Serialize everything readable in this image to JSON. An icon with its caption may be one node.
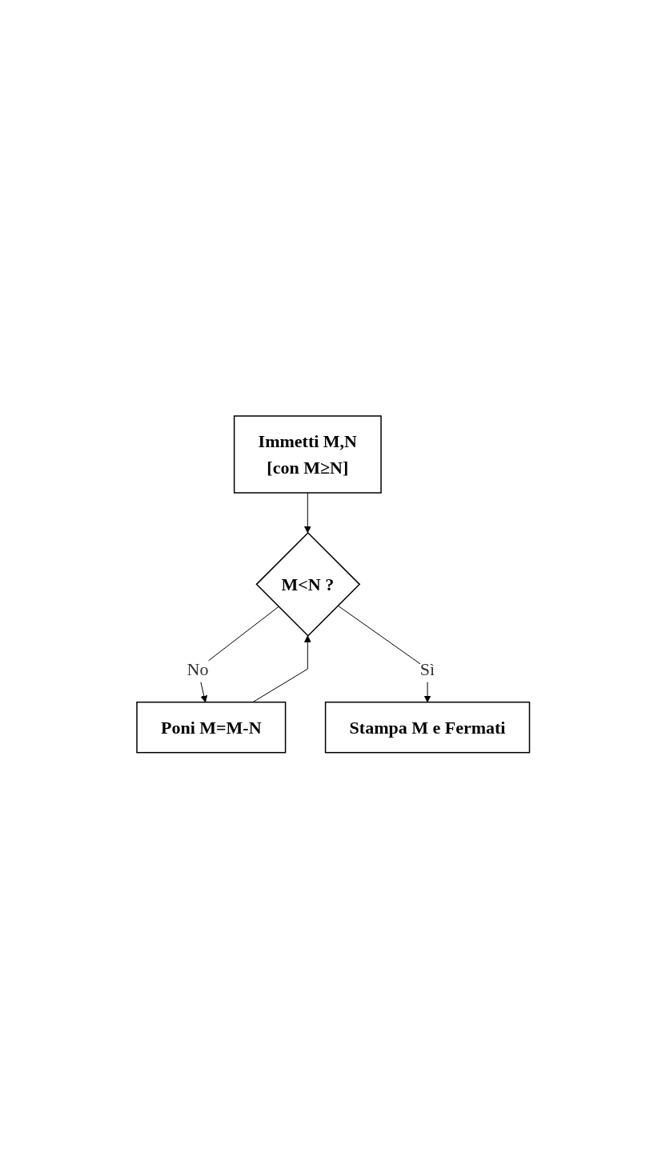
{
  "diagram": {
    "nodes": [
      {
        "text": [
          "Immetti M,N",
          "[con M≥N]"
        ]
      },
      {
        "text": [
          "Poni M=M-N"
        ]
      },
      {
        "text": [
          "M<N ?"
        ]
      },
      {
        "text": [
          "Stampa M e Fermati"
        ]
      }
    ],
    "edges": [
      {
        "from": 0,
        "to": 2,
        "arrow": "to"
      },
      {
        "from": 1,
        "to": 2,
        "arrow": "to"
      },
      {
        "from": 2,
        "to": 1,
        "arrow": "to",
        "label": "No"
      },
      {
        "from": 2,
        "to": 3,
        "arrow": "to",
        "label": "Sì"
      }
    ]
  }
}
